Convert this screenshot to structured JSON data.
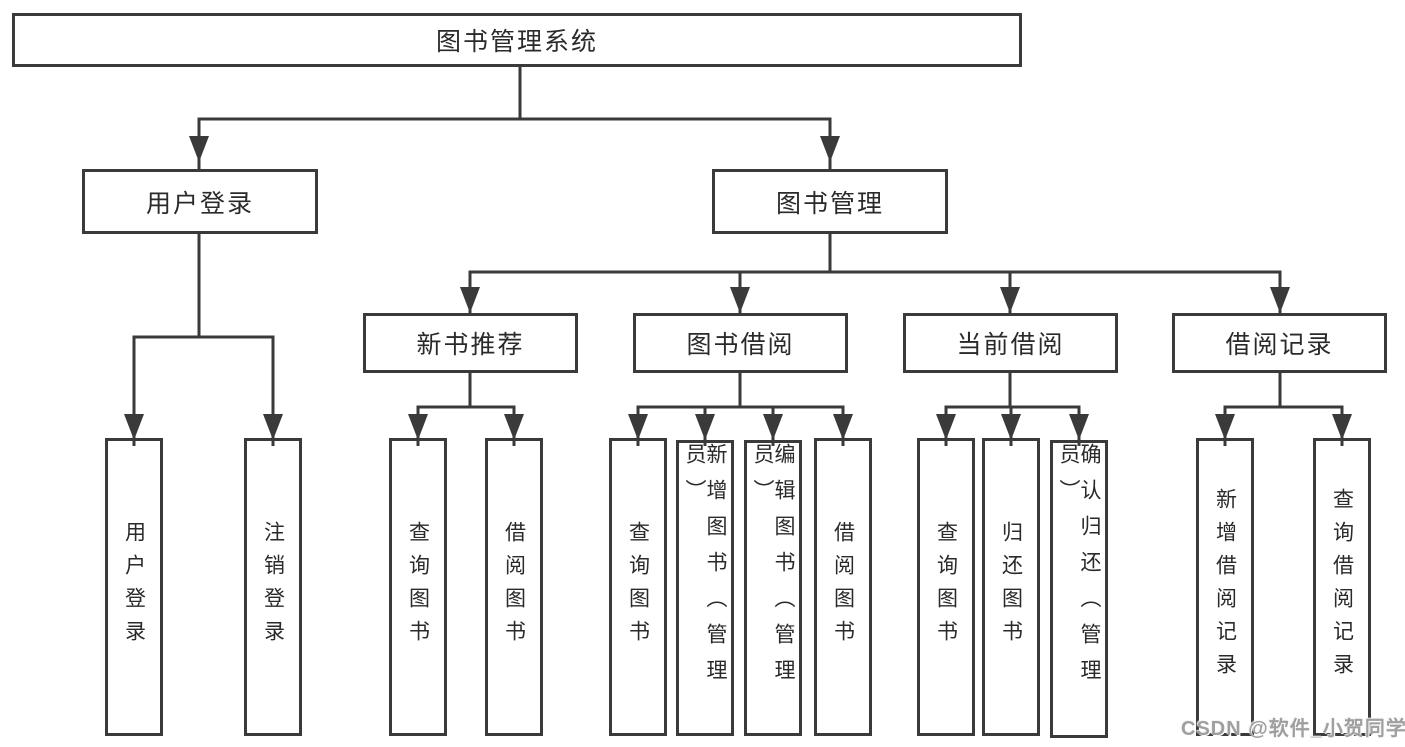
{
  "title": "图书管理系统",
  "level2": [
    "用户登录",
    "图书管理"
  ],
  "level3": [
    "新书推荐",
    "图书借阅",
    "当前借阅",
    "借阅记录"
  ],
  "leaves": {
    "login": [
      "用户登录",
      "注销登录"
    ],
    "recommend": [
      "查询图书",
      "借阅图书"
    ],
    "borrow": [
      "查询图书",
      "新增图书（管理员）",
      "编辑图书（管理员）",
      "借阅图书"
    ],
    "current": [
      "查询图书",
      "归还图书",
      "确认归还（管理员）"
    ],
    "records": [
      "新增借阅记录",
      "查询借阅记录"
    ]
  },
  "watermark": "CSDN @软件_小贺同学",
  "colors": {
    "line": "#3a3a3a",
    "text": "#2a2a2a",
    "watermark": "#9f9f9f",
    "background": "#ffffff"
  }
}
